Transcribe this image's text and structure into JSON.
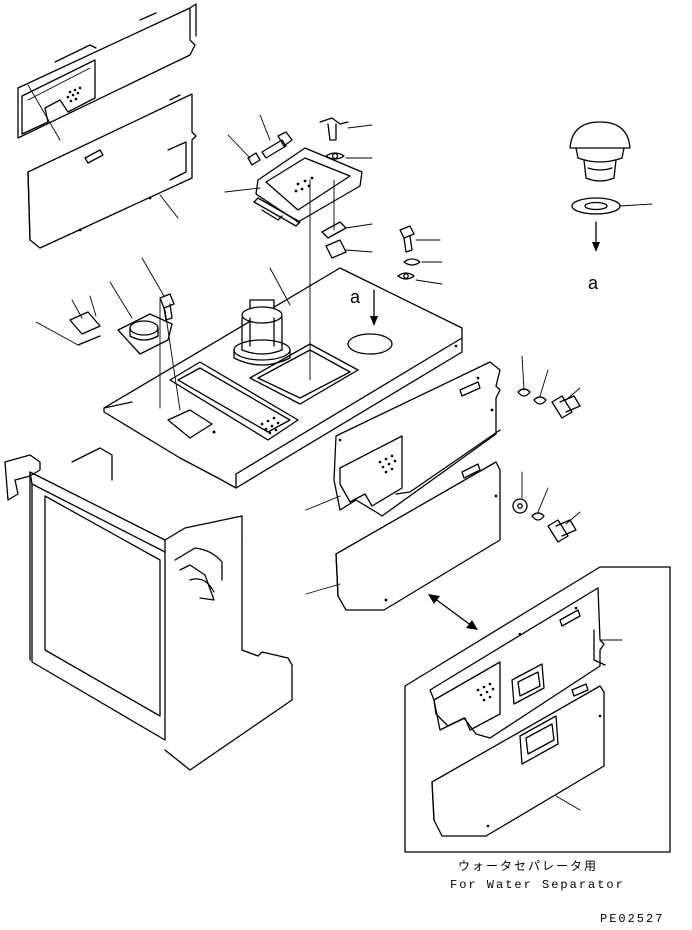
{
  "diagram": {
    "view_letter_top": "a",
    "view_letter_detail": "a",
    "inset_caption_jp": "ウォータセパレータ用",
    "inset_caption_en": "For Water Separator",
    "drawing_code": "PE02527"
  }
}
